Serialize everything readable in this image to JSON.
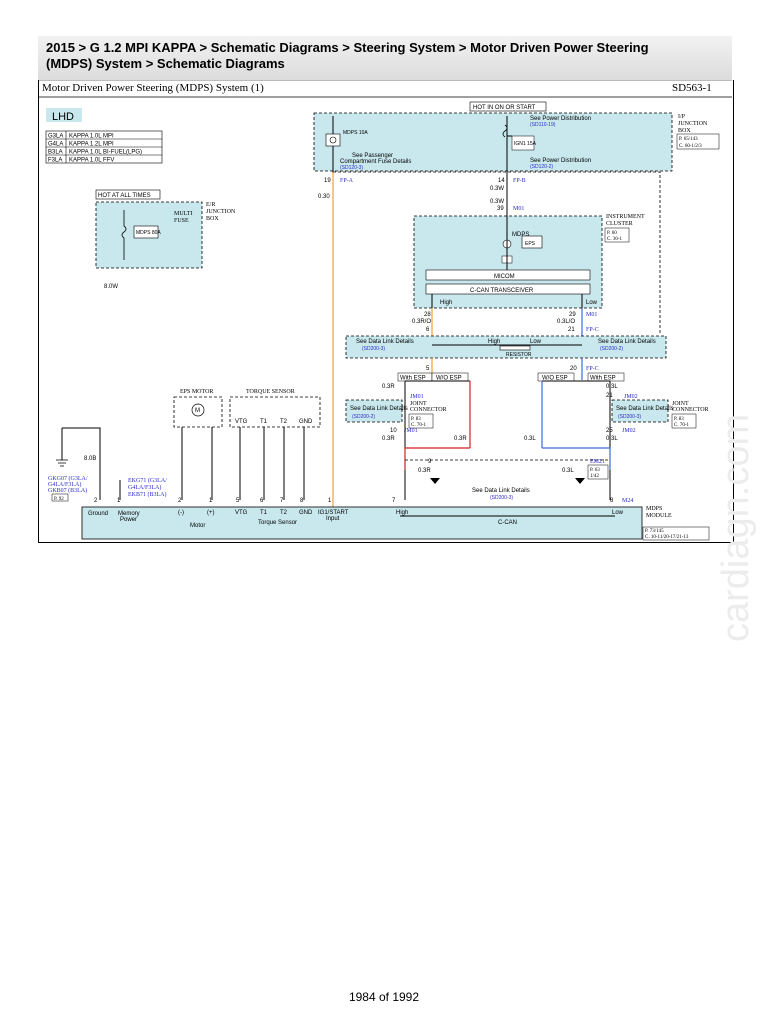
{
  "header": {
    "line1": "2015 > G 1.2 MPI KAPPA > Schematic Diagrams > Steering System > Motor Driven Power Steering",
    "line2": "(MDPS) System > Schematic Diagrams"
  },
  "diagram": {
    "title": "Motor Driven Power Steering (MDPS) System (1)",
    "code": "SD563-1",
    "lhd": "LHD",
    "variants": [
      {
        "code": "G3LA",
        "desc": "KAPPA 1.0L MPI"
      },
      {
        "code": "G4LA",
        "desc": "KAPPA 1.2L MPI"
      },
      {
        "code": "B3LA",
        "desc": "KAPPA 1.0L BI-FUEL(LPG)"
      },
      {
        "code": "F3LA",
        "desc": "KAPPA 1.0L FFV"
      }
    ],
    "hot_in_start": "HOT IN ON OR START",
    "hot_at_all_times": "HOT AT ALL TIMES",
    "ip_junction": {
      "label1": "I/P",
      "label2": "JUNCTION",
      "label3": "BOX",
      "ref1": "P. 65/143",
      "ref2": "C. 60-1/2/3"
    },
    "ip_texts": {
      "fuse1_see": "See Power Distribution",
      "fuse1_ref": "(SD110-19)",
      "fuse2_see1": "See Passenger",
      "fuse2_see2": "Compartment Fuse Details",
      "fuse2_ref": "(SD120-3)",
      "fuse3_see": "See Power Distribution",
      "fuse3_ref": "(SD120-2)",
      "fuse_a": "MDPS 10A",
      "fuse_b": "IGN1 15A"
    },
    "er_box": {
      "multi": "MULTI",
      "fuse": "FUSE",
      "er1": "E/R",
      "er2": "JUNCTION",
      "er3": "BOX",
      "fuse_label": "MDPS 80A"
    },
    "cluster": {
      "label1": "INSTRUMENT",
      "label2": "CLUSTER",
      "ref1": "P. 60",
      "ref2": "C. 30-1",
      "mdps": "MDPS",
      "micom": "MICOM",
      "transceiver": "C-CAN TRANSCEIVER",
      "high": "High",
      "low": "Low",
      "eps_label": "EPS"
    },
    "wires": {
      "w19": "19",
      "fpa": "FP-A",
      "w030": "0.30",
      "w14": "14",
      "fpb": "FP-B",
      "w03w1": "0.3W",
      "w03w2": "0.3W",
      "w39": "39",
      "m01": "M01",
      "w80w": "8.0W",
      "w28": "28",
      "w29": "29",
      "m01b": "M01",
      "w03ro": "0.3R/O",
      "w03lo": "0.3L/O",
      "w6": "6",
      "w21": "21",
      "fpc": "FP-C",
      "w5": "5",
      "w20": "20",
      "fpc2": "FP-C",
      "w03r1": "0.3R",
      "w03r2": "0.3R",
      "w03r3": "0.3R",
      "w03r4": "0.3R",
      "w03l1": "0.3L",
      "w03l2": "0.3L",
      "w03l3": "0.3L",
      "w03l4": "0.3L",
      "w80b": "8.0B",
      "w9": "9",
      "w10": "10",
      "w25": "25",
      "w21b": "21"
    },
    "data_link": {
      "see1": "See Data Link Details",
      "ref1": "(SD200-3)",
      "high": "High",
      "low": "Low",
      "resistor": "RESISTOR",
      "see2": "See Data Link Details",
      "ref2": "(SD200-2)",
      "with_esp1": "With ESP",
      "wo_esp1": "W/O ESP",
      "wo_esp2": "W/O ESP",
      "with_esp2": "With ESP",
      "see3": "See Data Link Details",
      "ref3": "(SD200-2)",
      "see4": "See Data Link Details",
      "ref4": "(SD200-3)",
      "see5": "See Data Link Details",
      "ref5": "(SD200-3)"
    },
    "joint": {
      "jm01": "JM01",
      "jm02": "JM02",
      "jm01b": "JM01",
      "jm02b": "JM02",
      "label1": "JOINT",
      "label2": "CONNECTOR",
      "ref1": "P. 83",
      "ref2": "C. 70-1",
      "ref3": "P. 83",
      "ref4": "C. 70-1"
    },
    "em21": {
      "code": "EM21",
      "ref1": "P. 63",
      "ref2": "1/42"
    },
    "eps_motor": "EPS MOTOR",
    "torque_sensor": "TORQUE SENSOR",
    "torque_pins": [
      "VTG",
      "T1",
      "T2",
      "GND"
    ],
    "ground": {
      "g1": "GKG07 (G3LA/",
      "g2": "G4LA/F3LA)",
      "g3": "GKB07 (B3LA)",
      "g4": "P. 92"
    },
    "ekg": {
      "e1": "EKG71 (G3LA/",
      "e2": "G4LA/F3LA)",
      "e3": "EKB71 (B3LA)"
    },
    "module": {
      "label1": "MDPS",
      "label2": "MODULE",
      "m24": "M24",
      "ref1": "P. 73/145",
      "ref2": "C. 10-11/20-17/21-13",
      "ground": "Ground",
      "memory1": "Memory",
      "memory2": "Power",
      "motor": "Motor",
      "minus": "(-)",
      "plus": "(+)",
      "torque": "Torque Sensor",
      "ign1": "IG1/START",
      "ign2": "Input",
      "high": "High",
      "low": "Low",
      "ccan": "C-CAN"
    },
    "pins": {
      "p2": "2",
      "p1": "1",
      "p2b": "2",
      "p1b": "1",
      "p5": "5",
      "p6": "6",
      "p7": "7",
      "p8": "8",
      "p1c": "1",
      "p7b": "7",
      "p8b": "8"
    }
  },
  "watermark": "cardiagn.com",
  "footer": "1984 of 1992"
}
